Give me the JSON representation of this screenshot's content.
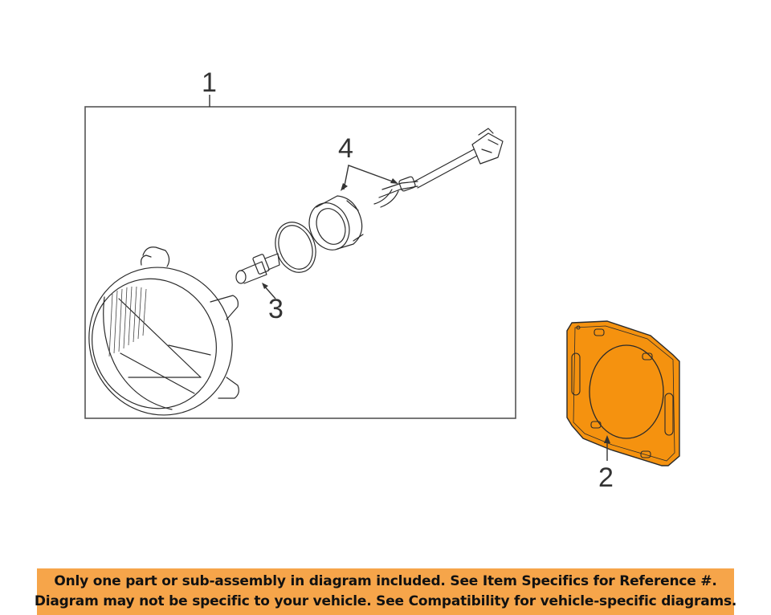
{
  "callouts": {
    "part_1": "1",
    "part_2": "2",
    "part_3": "3",
    "part_4": "4"
  },
  "highlight_color": "#f5920f",
  "banner": {
    "color": "#f6a54a",
    "line_1": "Only one part or sub-assembly in diagram included. See Item Specifics for Reference #.",
    "line_2": "Diagram may not be specific to your vehicle. See Compatibility for vehicle-specific diagrams."
  }
}
